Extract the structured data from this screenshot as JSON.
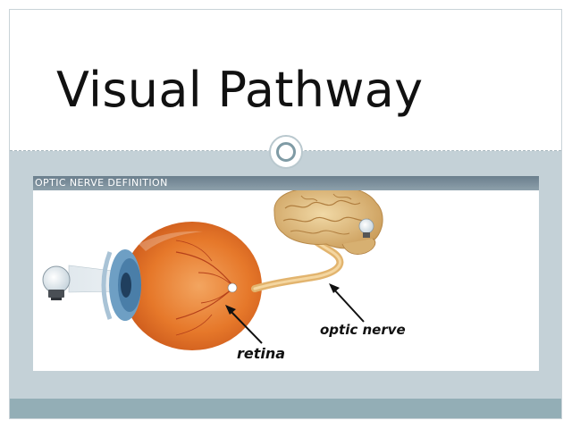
{
  "slide": {
    "title": "Visual Pathway"
  },
  "figure": {
    "header": "OPTIC NERVE DEFINITION",
    "labels": {
      "optic_nerve": "optic nerve",
      "retina": "retina"
    }
  },
  "colors": {
    "content_band": "#c4d1d7",
    "footer_band": "#93aeb6",
    "header_bar": "#7a8e9b",
    "eye_orange": "#e8792b",
    "nerve_tan": "#e7bf7a",
    "brain": "#e8c98a"
  }
}
